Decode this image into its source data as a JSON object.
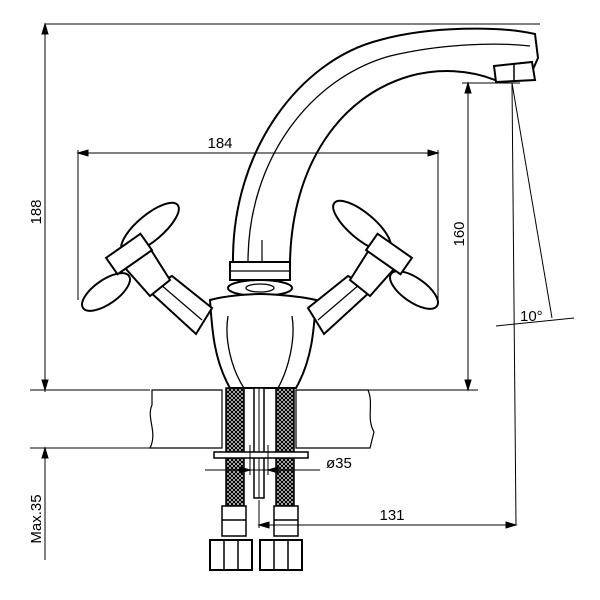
{
  "dimensions": {
    "overall_height": "188",
    "handle_span": "184",
    "spout_height": "160",
    "spout_angle": "10°",
    "hole_diameter": "ø35",
    "spout_reach": "131",
    "max_thickness": "Max.35"
  },
  "colors": {
    "line": "#000000",
    "background": "#ffffff"
  }
}
